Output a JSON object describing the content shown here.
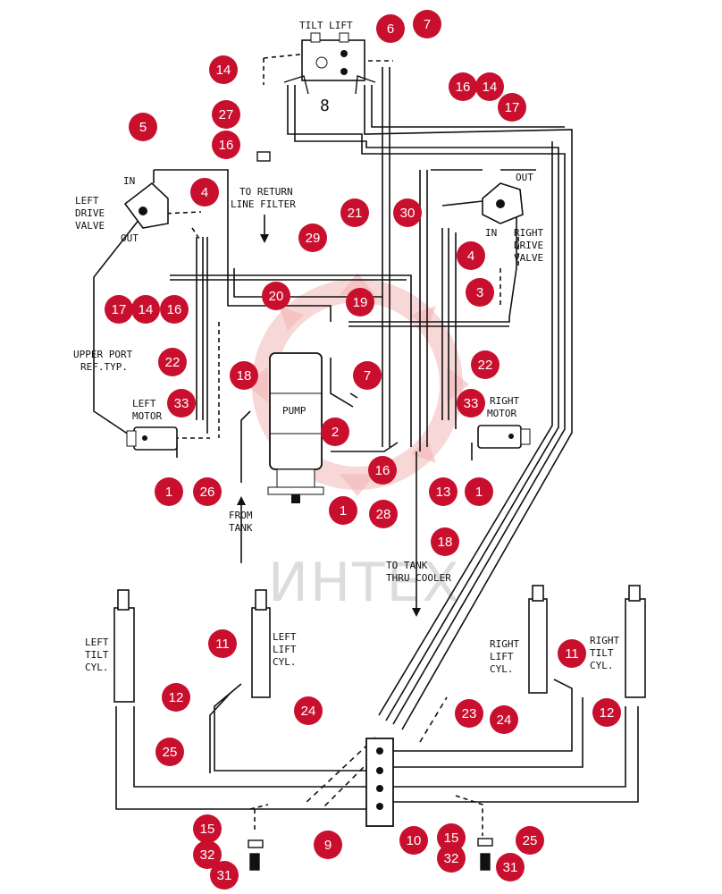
{
  "colors": {
    "badge": "#c8102e",
    "ink": "#111111",
    "watermark_red": "#f3b6b6",
    "watermark_gray": "#dddddd"
  },
  "watermark": {
    "text": "ИНТЕХ"
  },
  "labels": {
    "tilt_lift": "TILT LIFT",
    "valve_center": "8",
    "in_left": "IN",
    "left_drive_valve": [
      "LEFT",
      "DRIVE",
      "VALVE"
    ],
    "out_left": "OUT",
    "to_return": [
      "TO RETURN",
      "LINE FILTER"
    ],
    "out_right": "OUT",
    "in_right": "IN",
    "right_drive_valve": [
      "RIGHT",
      "DRIVE",
      "VALVE"
    ],
    "upper_port": [
      "UPPER PORT",
      "REF.TYP."
    ],
    "left_motor": [
      "LEFT",
      "MOTOR"
    ],
    "pump": "PUMP",
    "right_motor": [
      "RIGHT",
      "MOTOR"
    ],
    "from_tank": [
      "FROM",
      "TANK"
    ],
    "to_tank": [
      "TO TANK",
      "THRU COOLER"
    ],
    "left_tilt_cyl": [
      "LEFT",
      "TILT",
      "CYL."
    ],
    "left_lift_cyl": [
      "LEFT",
      "LIFT",
      "CYL."
    ],
    "right_lift_cyl": [
      "RIGHT",
      "LIFT",
      "CYL."
    ],
    "right_tilt_cyl": [
      "RIGHT",
      "TILT",
      "CYL."
    ]
  },
  "callouts": [
    "6",
    "7",
    "14",
    "27",
    "16",
    "5",
    "4",
    "16",
    "14",
    "17",
    "21",
    "30",
    "29",
    "20",
    "4",
    "17",
    "14",
    "16",
    "3",
    "19",
    "22",
    "22",
    "18",
    "7",
    "33",
    "33",
    "2",
    "1",
    "26",
    "16",
    "13",
    "1",
    "1",
    "28",
    "18",
    "11",
    "11",
    "12",
    "12",
    "24",
    "24",
    "23",
    "25",
    "25",
    "15",
    "32",
    "31",
    "9",
    "10",
    "15",
    "32",
    "31"
  ]
}
